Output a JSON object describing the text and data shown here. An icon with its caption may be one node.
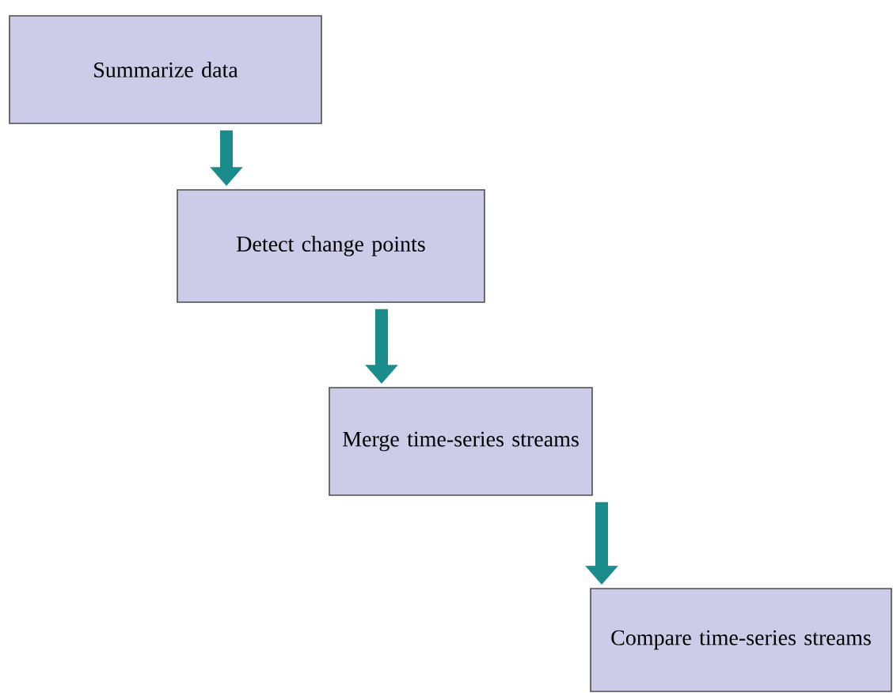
{
  "diagram": {
    "nodes": [
      {
        "text": [
          "Summarize data"
        ]
      },
      {
        "text": [
          "Detect change points"
        ]
      },
      {
        "text": [
          "Merge time-series streams"
        ]
      },
      {
        "text": [
          "Compare time-series streams"
        ]
      }
    ],
    "edges": [
      {
        "from": 0,
        "to": 1,
        "arrow": "to"
      },
      {
        "from": 1,
        "to": 2,
        "arrow": "to"
      },
      {
        "from": 2,
        "to": 3,
        "arrow": "to"
      }
    ]
  }
}
